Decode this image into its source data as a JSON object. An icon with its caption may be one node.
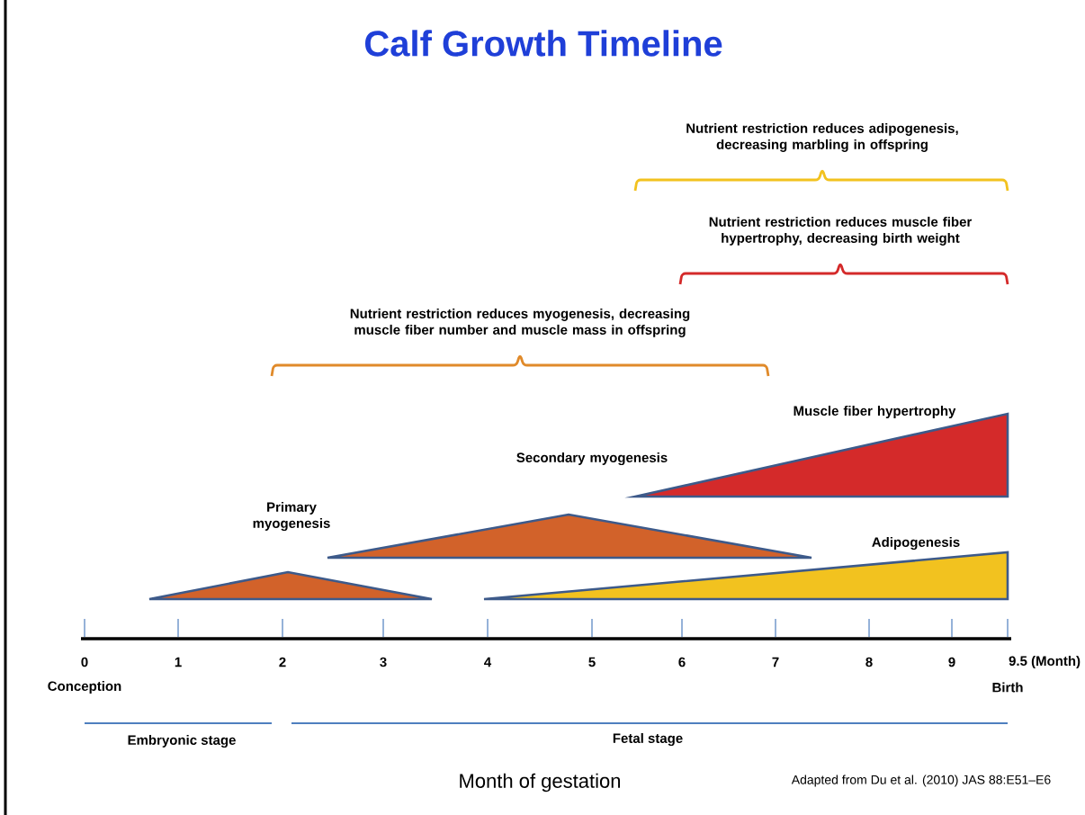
{
  "diagram": {
    "title": "Calf Growth Timeline",
    "caption": "Adapted from Du et al. (2010) JAS 88:E51–E6",
    "labels": [
      "Nutrient restriction reduces adipogenesis, decreasing marbling in offspring",
      "Nutrient restriction reduces muscle fiber hypertrophy, decreasing  birth weight",
      "Nutrient restriction reduces myogenesis, decreasing muscle fiber number and muscle mass in offspring",
      "Muscle fiber hypertrophy",
      "Secondary myogenesis",
      "Primary myogenesis",
      "Adipogenesis",
      "0",
      "1",
      "2",
      "3",
      "4",
      "5",
      "6",
      "7",
      "8",
      "9",
      "9.5 (Month)",
      "Conception",
      "Birth",
      "Embryonic stage",
      "Fetal stage",
      "Month of gestation"
    ]
  }
}
